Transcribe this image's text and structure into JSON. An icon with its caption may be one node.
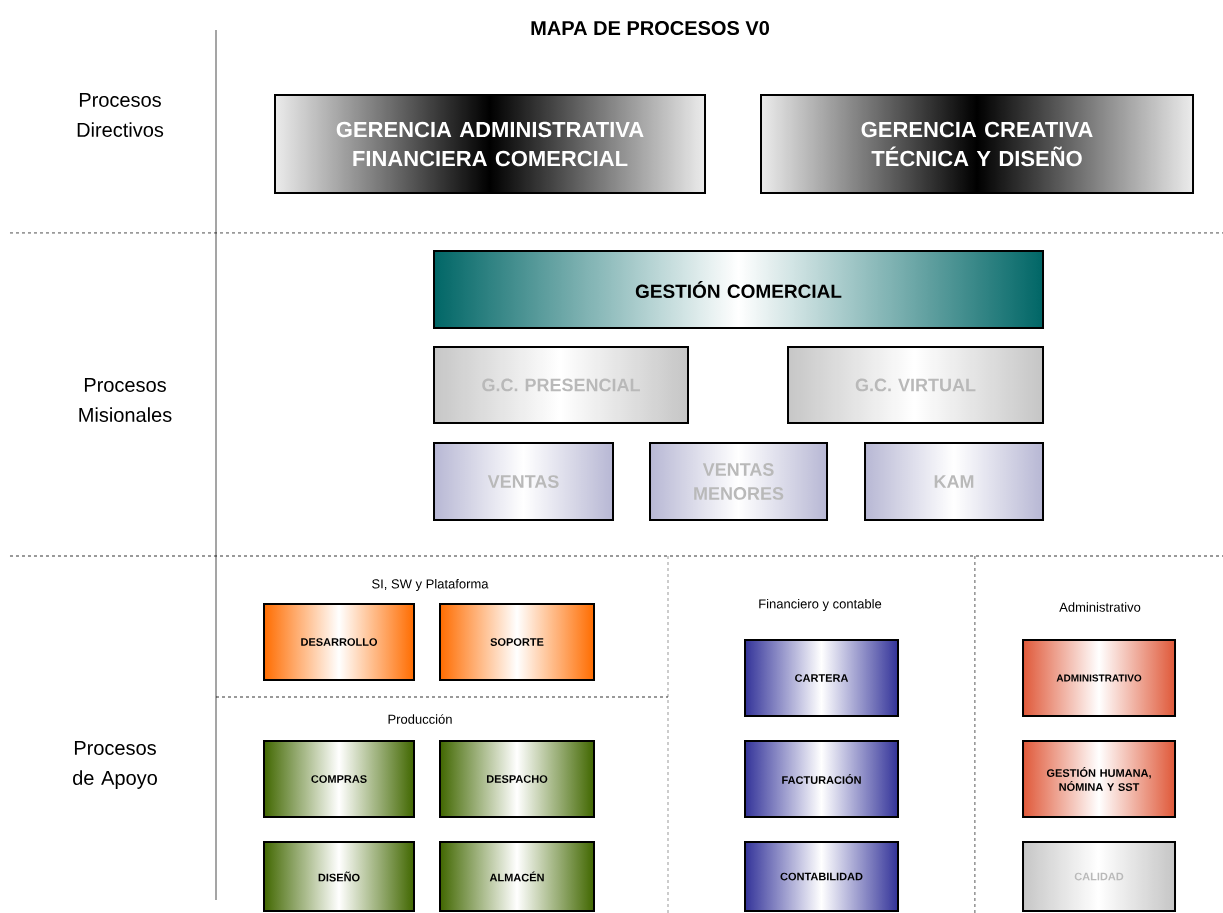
{
  "diagram": {
    "title": "MAPA DE PROCESOS V0",
    "nodes": [
      {
        "text": [
          "GERENCIA ADMINISTRATIVA FINANCIERA COMERCIAL"
        ]
      },
      {
        "text": [
          "GERENCIA CREATIVA TÉCNICA Y DISEÑO"
        ]
      },
      {
        "text": [
          "GESTIÓN COMERCIAL"
        ]
      },
      {
        "text": [
          "G.C. PRESENCIAL"
        ]
      },
      {
        "text": [
          "G.C. VIRTUAL"
        ]
      },
      {
        "text": [
          "VENTAS"
        ]
      },
      {
        "text": [
          "VENTAS MENORES"
        ]
      },
      {
        "text": [
          "KAM"
        ]
      },
      {
        "text": [
          "DESARROLLO"
        ]
      },
      {
        "text": [
          "SOPORTE"
        ]
      },
      {
        "text": [
          "CARTERA"
        ]
      },
      {
        "text": [
          "ADMINISTRATIVO"
        ]
      },
      {
        "text": [
          "COMPRAS"
        ]
      },
      {
        "text": [
          "DESPACHO"
        ]
      },
      {
        "text": [
          "FACTURACIÓN"
        ]
      },
      {
        "text": [
          "GESTIÓN HUMANA, NÓMINA Y SST"
        ]
      },
      {
        "text": [
          "DISEÑO"
        ]
      },
      {
        "text": [
          "ALMACÉN"
        ]
      },
      {
        "text": [
          "CONTABILIDAD"
        ]
      },
      {
        "text": [
          "CALIDAD"
        ]
      }
    ],
    "labels": [
      "Procesos Directivos",
      "Procesos Misionales",
      "SI, SW y Plataforma",
      "Financiero y contable",
      "Administrativo",
      "Producción",
      "Procesos de Apoyo"
    ]
  }
}
